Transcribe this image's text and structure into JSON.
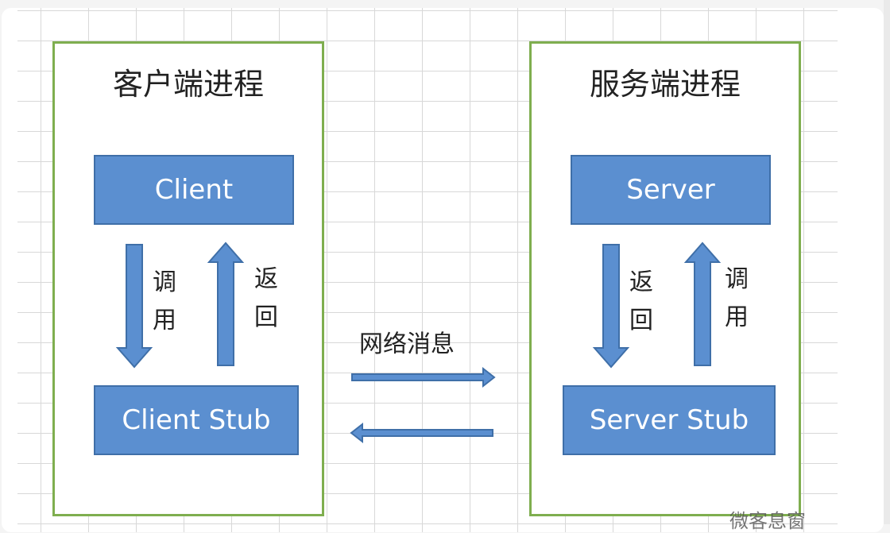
{
  "client_process": {
    "title": "客户端进程",
    "top_block": "Client",
    "bottom_block": "Client Stub",
    "down_label": "调用",
    "up_label": "返回"
  },
  "server_process": {
    "title": "服务端进程",
    "top_block": "Server",
    "bottom_block": "Server Stub",
    "down_label": "返回",
    "up_label": "调用"
  },
  "network_label": "网络消息",
  "watermark": "微客息窗",
  "colors": {
    "block_fill": "#5b8fd0",
    "process_border": "#7fae4f",
    "grid": "#d8d8d8"
  }
}
